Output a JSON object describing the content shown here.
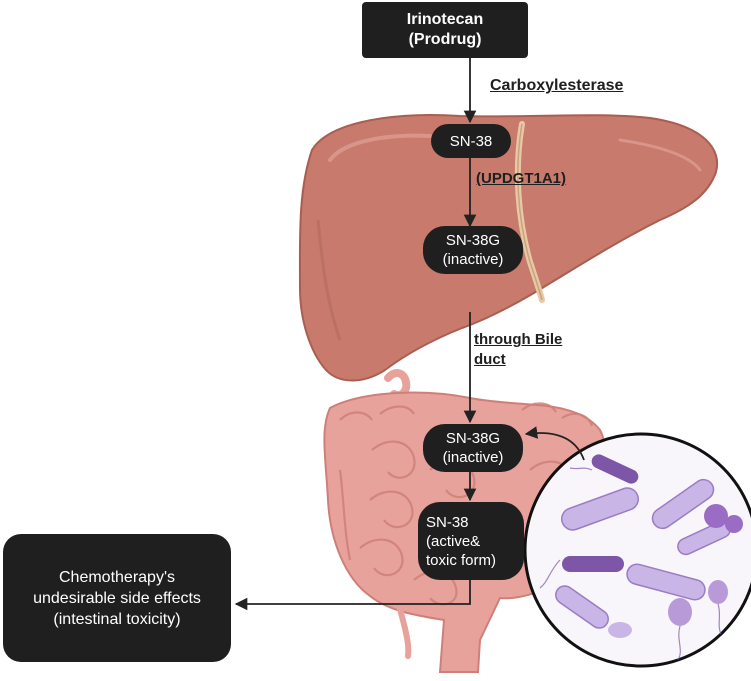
{
  "diagram": {
    "top_box": {
      "line1": "Irinotecan",
      "line2": "(Prodrug)"
    },
    "enzyme1": "Carboxylesterase",
    "liver_sn38": "SN-38",
    "enzyme2": "(UPDGT1A1)",
    "liver_sn38g": {
      "line1": "SN-38G",
      "line2": "(inactive)"
    },
    "bile": {
      "line1": "through Bile",
      "line2": "duct"
    },
    "gut_sn38g": {
      "line1": "SN-38G",
      "line2": "(inactive)"
    },
    "gut_sn38": {
      "line1": "SN-38",
      "line2": "(active&",
      "line3": "toxic form)"
    },
    "effects": {
      "line1": "Chemotherapy's",
      "line2": "undesirable side effects",
      "line3": "(intestinal toxicity)"
    }
  },
  "colors": {
    "box": "#1f1f1f",
    "liver": "#c87a6c",
    "liver_dark": "#a95e52",
    "gallbladder": "#e8c9a6",
    "intestine": "#e7a39b",
    "intestine_dark": "#cf7f78",
    "bacteria": "#c9b6e6",
    "bacteria_dark": "#7d56a8"
  },
  "icons": [
    "liver-illustration",
    "intestine-illustration",
    "gut-bacteria-illustration"
  ]
}
